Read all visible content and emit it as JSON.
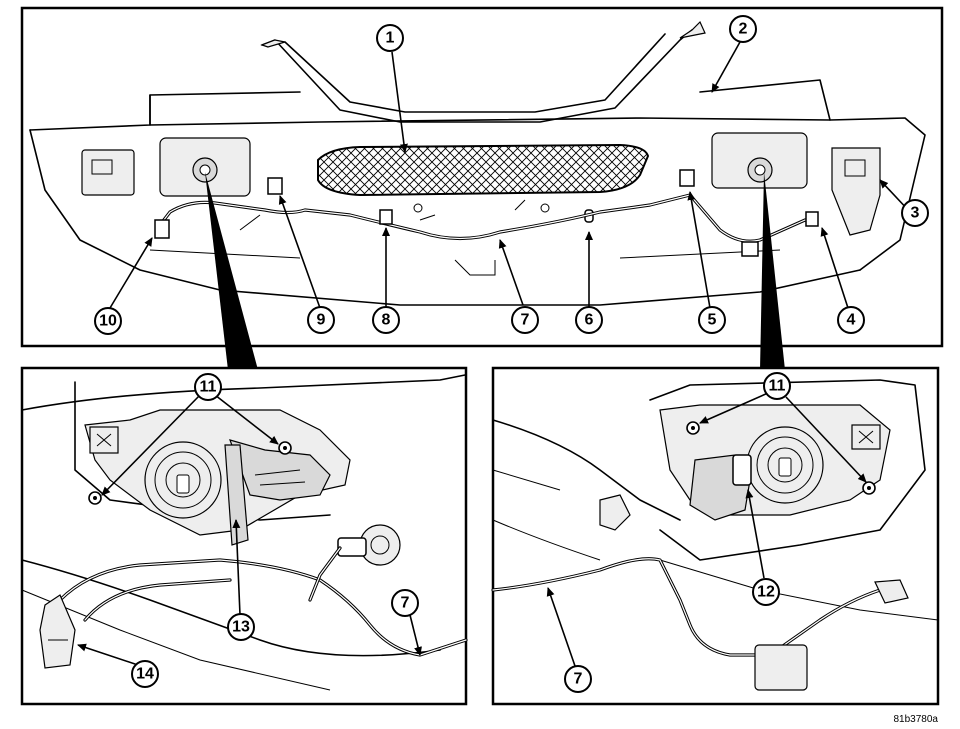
{
  "figure_id": "81b3780a",
  "callouts": {
    "c1": "1",
    "c2": "2",
    "c3": "3",
    "c4": "4",
    "c5": "5",
    "c6": "6",
    "c7": "7",
    "c8": "8",
    "c9": "9",
    "c10": "10",
    "l11": "11",
    "l13": "13",
    "l14": "14",
    "l7": "7",
    "r11": "11",
    "r12": "12",
    "r7": "7"
  },
  "colors": {
    "line": "#000000",
    "shade": "#d9d9d9",
    "background": "#ffffff"
  }
}
